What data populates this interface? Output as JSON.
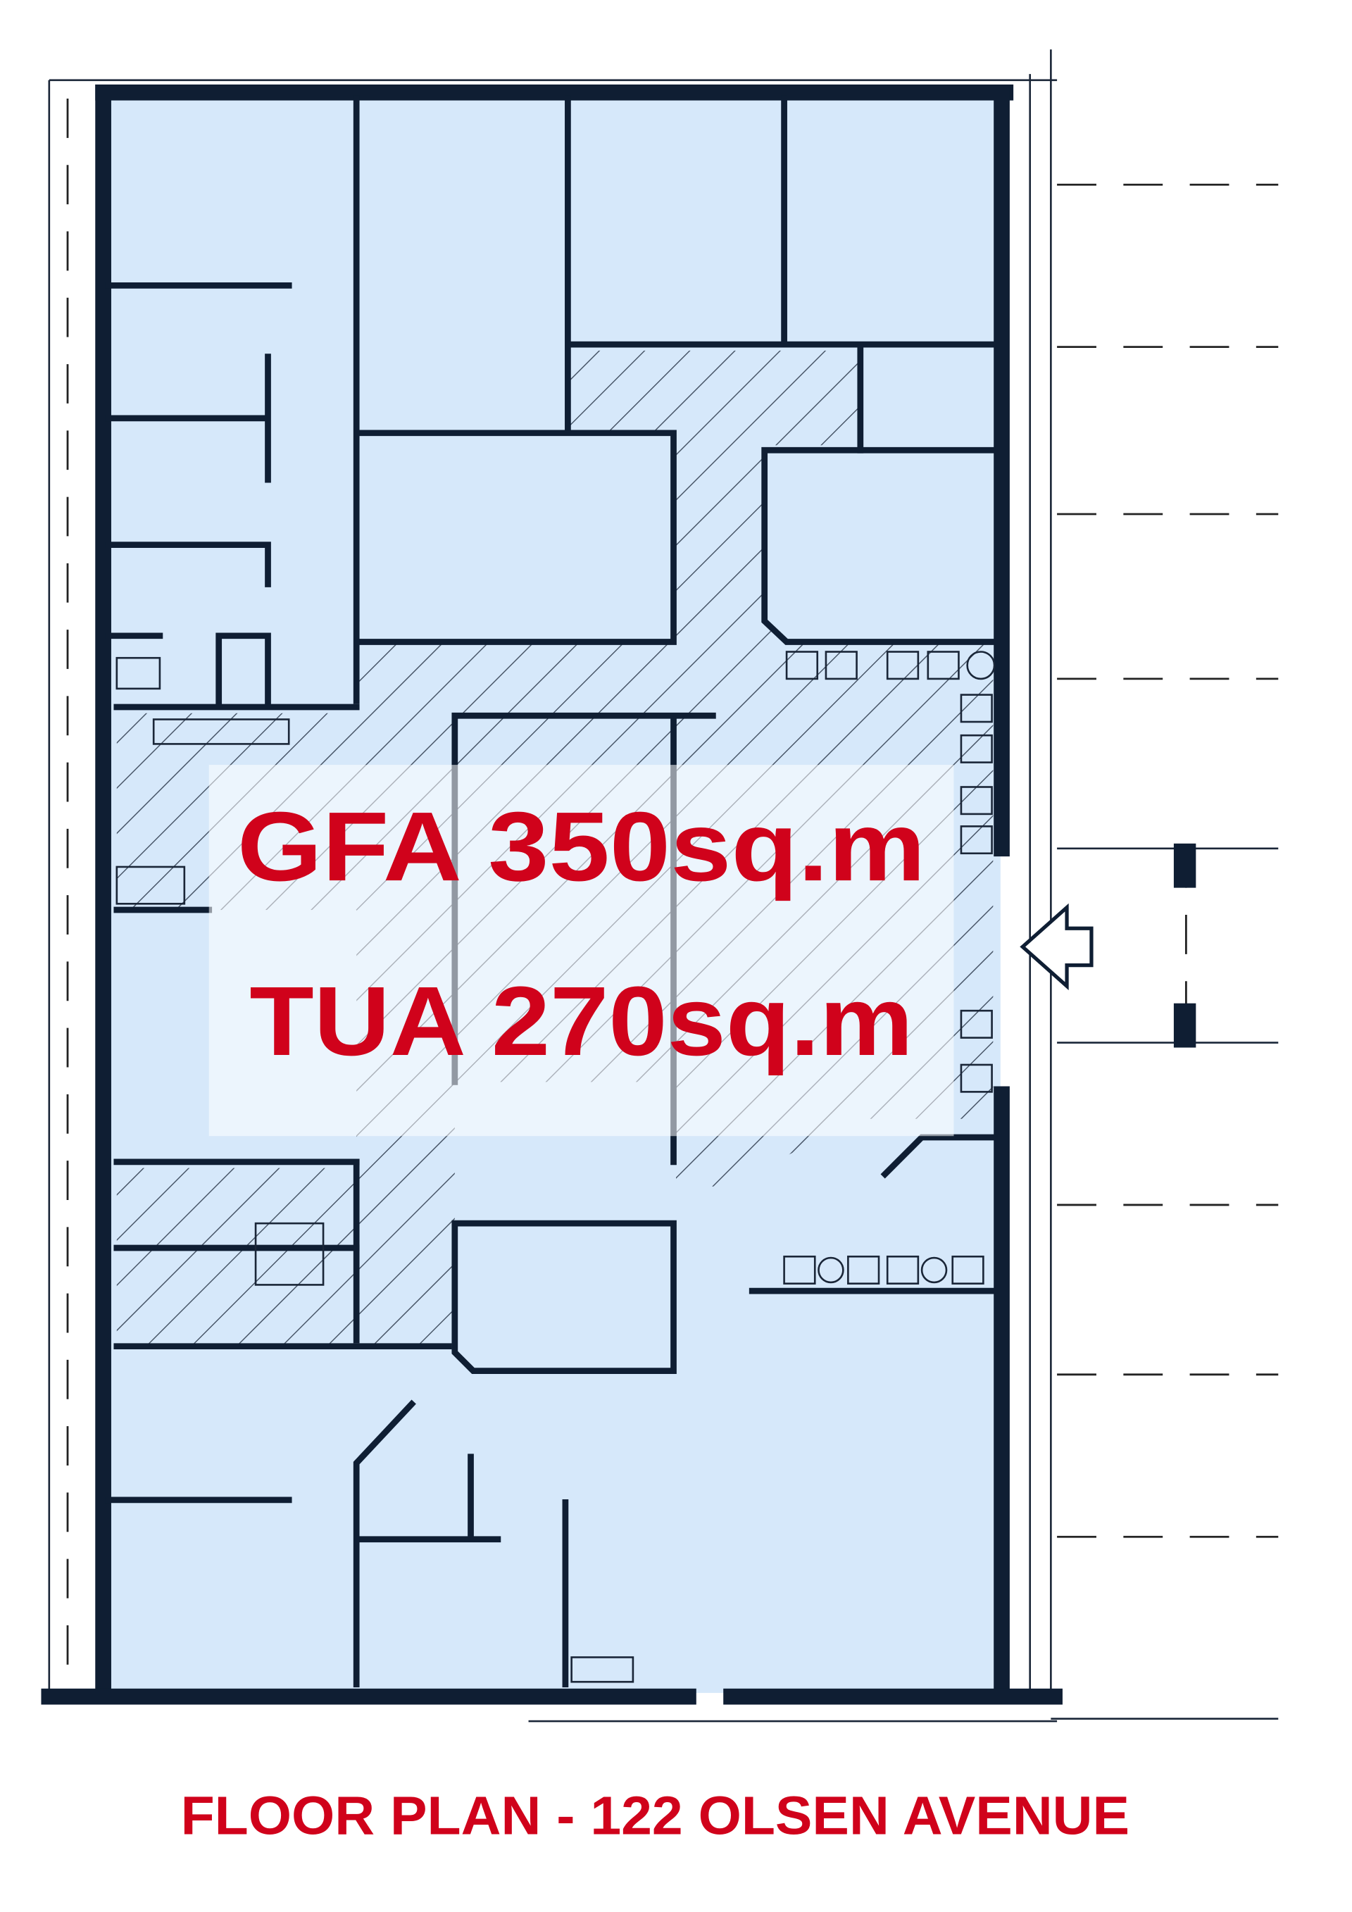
{
  "plan": {
    "gfa_label": "GFA 350sq.m",
    "tua_label": "TUA 270sq.m",
    "title": "FLOOR PLAN - 122 OLSEN AVENUE"
  },
  "colors": {
    "room_fill": "#d6e8fa",
    "wall": "#0f1e33",
    "accent_red": "#d0021b",
    "overlay": "#ffffff"
  }
}
